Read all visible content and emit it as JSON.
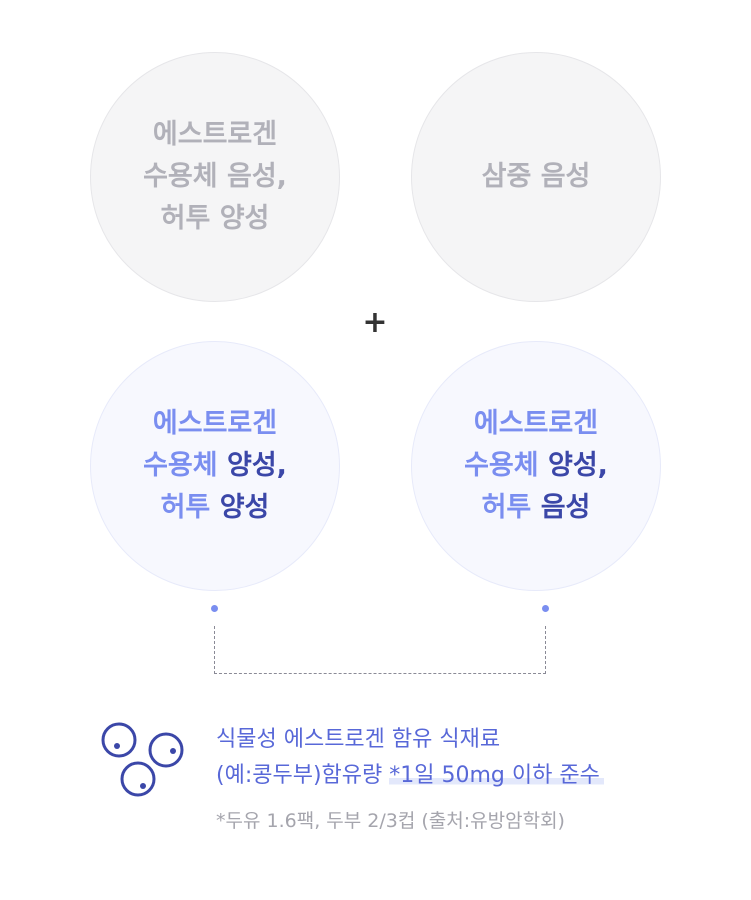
{
  "top_left": {
    "lines": [
      "에스트로겐",
      "수용체 음성,",
      "허투 양성"
    ]
  },
  "top_right": {
    "lines": [
      "삼중 음성"
    ]
  },
  "operator": "+",
  "bottom_left": {
    "line1": "에스트로겐",
    "line2_a": "수용체 ",
    "line2_b": "양성,",
    "line3_a": "허투 ",
    "line3_b": "양성"
  },
  "bottom_right": {
    "line1": "에스트로겐",
    "line2_a": "수용체 ",
    "line2_b": "양성,",
    "line3_a": "허투 ",
    "line3_b": "음성"
  },
  "info": {
    "icon": "soybeans-icon",
    "line1": "식물성 에스트로겐 함유 식재료",
    "line2_a": "(예:콩두부)함유량 ",
    "line2_b": "*1일 50mg 이하 준수",
    "note": "*두유 1.6팩, 두부 2/3컵 (출처:유방암학회)"
  },
  "colors": {
    "accent": "#7a8ef0",
    "accent_dark": "#3b47a8",
    "gray_text": "#b1b1b9",
    "note_text": "#a5a5ad"
  }
}
